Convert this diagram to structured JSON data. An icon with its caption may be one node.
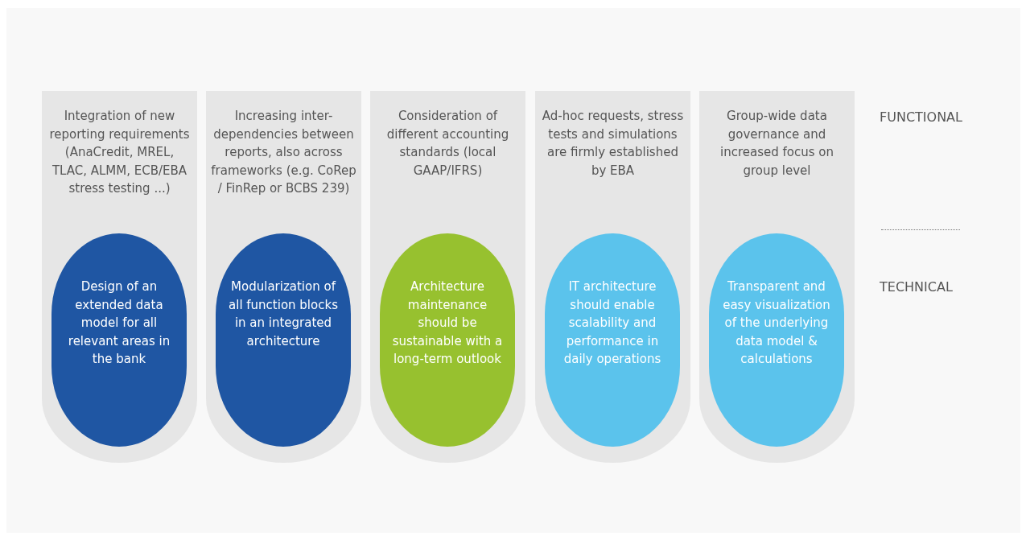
{
  "diagram": {
    "nodes": [
      {
        "text": [
          "Integration of new reporting requirements (AnaCredit, MREL, TLAC, ALMM, ECB/EBA stress testing ...)"
        ]
      },
      {
        "text": [
          "Design of an extended data model for all relevant areas in the bank"
        ],
        "in": 0
      },
      {
        "text": [
          "Increasing inter-dependencies between reports, also across frameworks (e.g. CoRep / FinRep or BCBS 239)"
        ]
      },
      {
        "text": [
          "Modularization of all function blocks in an integrated architecture"
        ],
        "in": 2
      },
      {
        "text": [
          "Consideration of different accounting standards (local GAAP/IFRS)"
        ]
      },
      {
        "text": [
          "Architecture maintenance should be sustainable with a long-term outlook"
        ],
        "in": 4
      },
      {
        "text": [
          "Ad-hoc requests, stress tests and simulations are firmly established by EBA"
        ]
      },
      {
        "text": [
          "IT architecture should enable scalability and performance in daily operations"
        ],
        "in": 6
      },
      {
        "text": [
          "Group-wide data governance and increased focus on group level"
        ]
      },
      {
        "text": [
          "Transparent and easy visualization of the underlying data model & calculations"
        ],
        "in": 8
      }
    ],
    "labels": [
      "FUNCTIONAL",
      "TECHNICAL"
    ]
  }
}
